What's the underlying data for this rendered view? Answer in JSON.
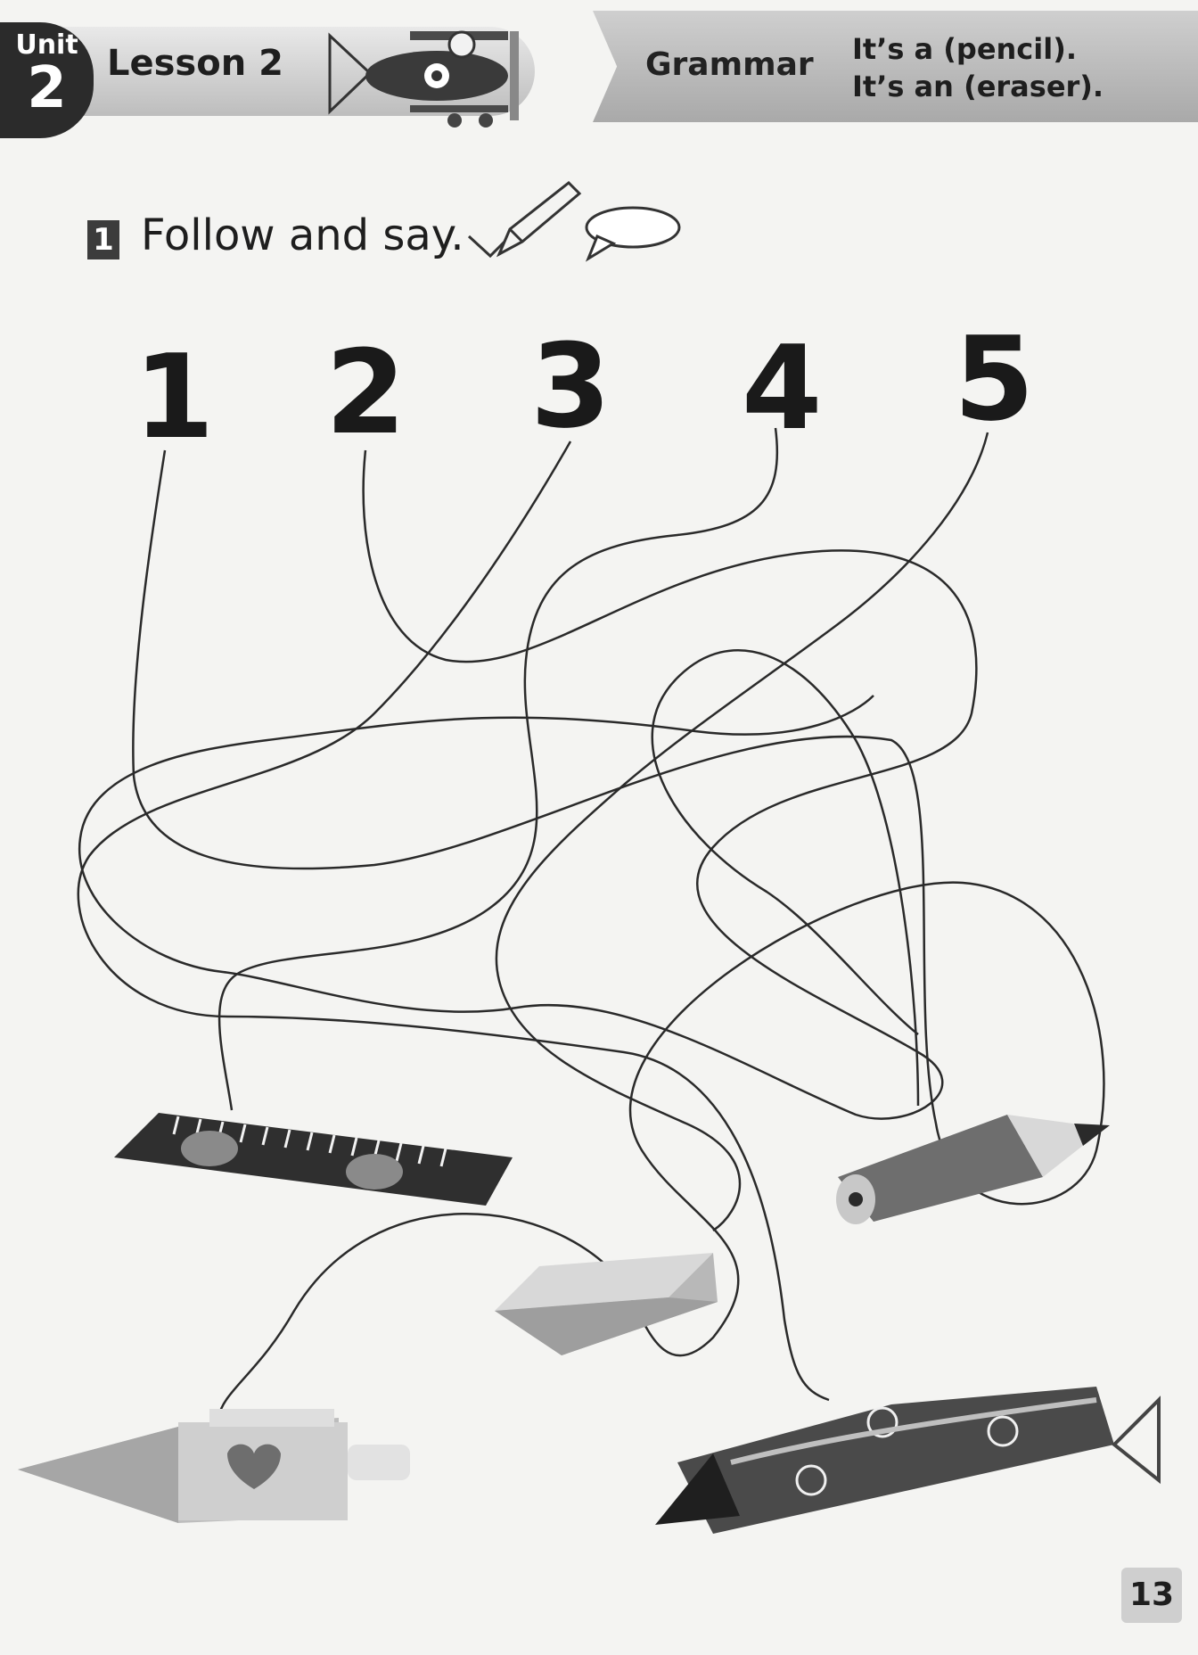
{
  "header": {
    "unit_word": "Unit",
    "unit_number": "2",
    "lesson_title": "Lesson 2"
  },
  "grammar": {
    "label": "Grammar",
    "line1": "It’s a (pencil).",
    "line2": "It’s an (eraser)."
  },
  "activity": {
    "number": "1",
    "instruction": "Follow and say."
  },
  "maze_numbers": [
    "1",
    "2",
    "3",
    "4",
    "5"
  ],
  "items": [
    {
      "name": "ruler-icon"
    },
    {
      "name": "eraser-icon"
    },
    {
      "name": "pen-icon"
    },
    {
      "name": "pencil-case-icon"
    },
    {
      "name": "pencil-icon"
    }
  ],
  "page_number": "13"
}
